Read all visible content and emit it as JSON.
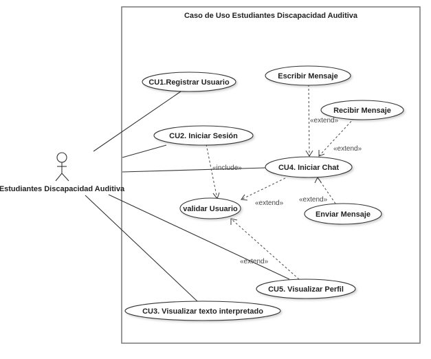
{
  "system": {
    "title": "Caso de Uso Estudiantes Discapacidad Auditiva"
  },
  "actor": {
    "name": "Estudiantes Discapacidad Auditiva"
  },
  "use_cases": [
    {
      "id": "cu1",
      "label": "CU1.Registrar Usuario"
    },
    {
      "id": "cu2",
      "label": "CU2. Iniciar Sesión"
    },
    {
      "id": "escribir",
      "label": "Escribir Mensaje"
    },
    {
      "id": "recibir",
      "label": "Recibir Mensaje"
    },
    {
      "id": "cu4",
      "label": "CU4. Iniciar Chat"
    },
    {
      "id": "validar",
      "label": "validar Usuario"
    },
    {
      "id": "enviar",
      "label": "Enviar Mensaje"
    },
    {
      "id": "cu5",
      "label": "CU5. Visualizar Perfil"
    },
    {
      "id": "cu3",
      "label": "CU3. Visualizar texto interpretado"
    }
  ],
  "relationships": [
    {
      "from": "actor",
      "to": "cu1",
      "type": "association",
      "label": ""
    },
    {
      "from": "actor",
      "to": "cu2",
      "type": "association",
      "label": ""
    },
    {
      "from": "actor",
      "to": "cu4",
      "type": "association",
      "label": ""
    },
    {
      "from": "actor",
      "to": "cu5",
      "type": "association",
      "label": ""
    },
    {
      "from": "actor",
      "to": "cu3",
      "type": "association",
      "label": ""
    },
    {
      "from": "cu2",
      "to": "validar",
      "type": "include",
      "label": "«include»"
    },
    {
      "from": "escribir",
      "to": "cu4",
      "type": "extend",
      "label": "«extend»"
    },
    {
      "from": "recibir",
      "to": "cu4",
      "type": "extend",
      "label": "«extend»"
    },
    {
      "from": "cu4",
      "to": "validar",
      "type": "extend",
      "label": "«extend»"
    },
    {
      "from": "enviar",
      "to": "cu4",
      "type": "extend",
      "label": "«extend»"
    },
    {
      "from": "cu5",
      "to": "validar",
      "type": "extend",
      "label": "«extend»"
    }
  ]
}
